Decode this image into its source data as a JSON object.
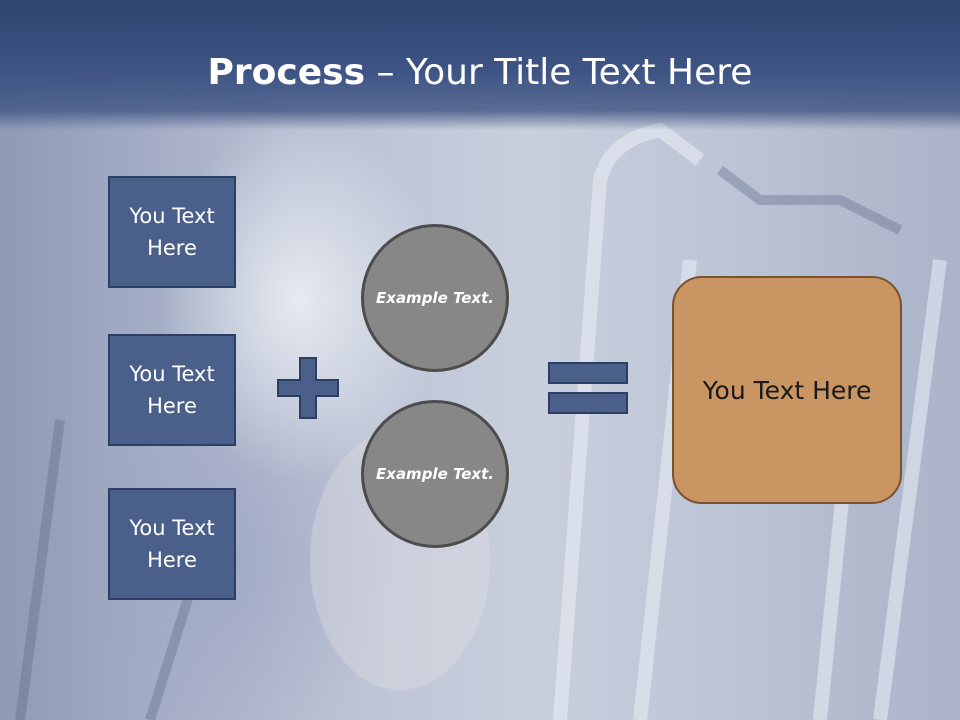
{
  "slide": {
    "title_bold": "Process",
    "title_rest": " – Your Title Text Here",
    "left_boxes": [
      "You Text Here",
      "You Text Here",
      "You Text Here"
    ],
    "circles": [
      "Example Text.",
      "Example Text."
    ],
    "result": "You Text Here"
  },
  "colors": {
    "header": "#3e5484",
    "box_fill": "#4a5f8a",
    "circle_fill": "#878787",
    "result_fill": "#c99563",
    "operator": "#4a5f8a"
  },
  "icons": {
    "plus": "plus-icon",
    "equals": "equals-icon"
  }
}
